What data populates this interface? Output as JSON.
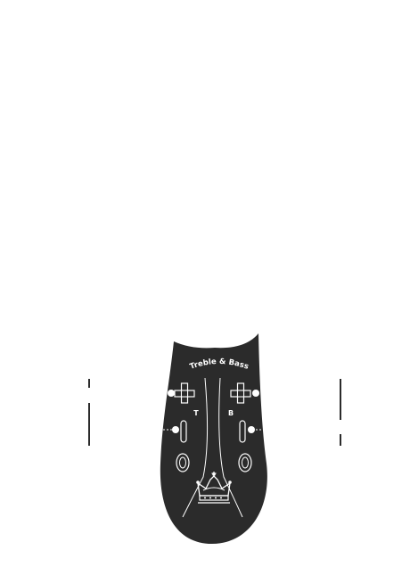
{
  "faceplate": {
    "title": "Treble & Bass",
    "left_control_label": "T",
    "right_control_label": "B",
    "emblem": "crown-emblem",
    "colors": {
      "plate": "#2b2b2b",
      "markings": "#ffffff",
      "background": "#ffffff"
    }
  }
}
